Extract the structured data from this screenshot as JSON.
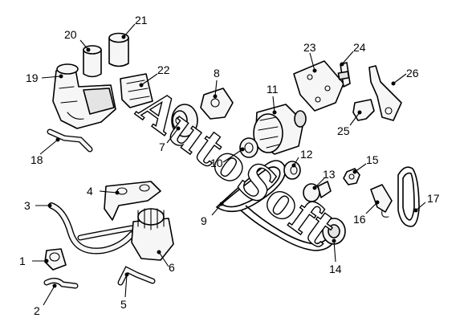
{
  "watermark": "AutoSoft",
  "callouts": [
    "1",
    "2",
    "3",
    "4",
    "5",
    "6",
    "7",
    "8",
    "9",
    "10",
    "11",
    "12",
    "13",
    "14",
    "15",
    "16",
    "17",
    "18",
    "19",
    "20",
    "21",
    "22",
    "23",
    "24",
    "25",
    "26"
  ]
}
